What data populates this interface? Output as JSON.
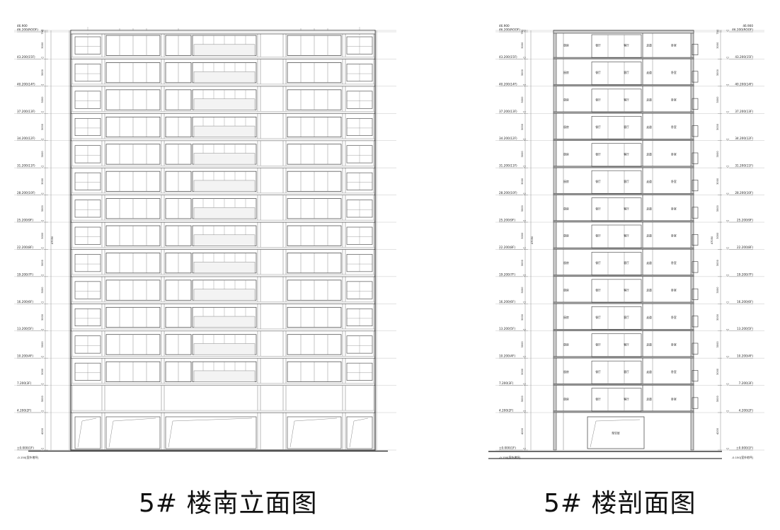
{
  "captions": {
    "elevation": "5# 楼南立面图",
    "section": "5# 楼剖面图"
  },
  "levels": [
    {
      "elev": "±0.000",
      "floor": "1F"
    },
    {
      "elev": "4.200",
      "floor": "2F"
    },
    {
      "elev": "7.200",
      "floor": "3F"
    },
    {
      "elev": "10.200",
      "floor": "4F"
    },
    {
      "elev": "13.200",
      "floor": "5F"
    },
    {
      "elev": "16.200",
      "floor": "6F"
    },
    {
      "elev": "19.200",
      "floor": "7F"
    },
    {
      "elev": "22.200",
      "floor": "8F"
    },
    {
      "elev": "25.200",
      "floor": "9F"
    },
    {
      "elev": "28.200",
      "floor": "10F"
    },
    {
      "elev": "31.200",
      "floor": "11F"
    },
    {
      "elev": "34.200",
      "floor": "12F"
    },
    {
      "elev": "37.200",
      "floor": "13F"
    },
    {
      "elev": "40.200",
      "floor": "14F"
    },
    {
      "elev": "43.200",
      "floor": "15F"
    },
    {
      "elev": "46.200",
      "floor": "ROOF"
    }
  ],
  "top_elev": "46.900",
  "outdoor_level": {
    "elev": "-0.150",
    "label": "室外地坪"
  },
  "dims": {
    "ground": "4200",
    "typical": "3000",
    "top": "700",
    "total": "47050"
  },
  "rooms": [
    "厨房",
    "餐厅",
    "客厅",
    "走道",
    "卧室"
  ],
  "garage": "架空层",
  "colors": {
    "line": "#3a3a3a",
    "thin": "#8a8a8a",
    "grid": "#b8b8b8"
  }
}
